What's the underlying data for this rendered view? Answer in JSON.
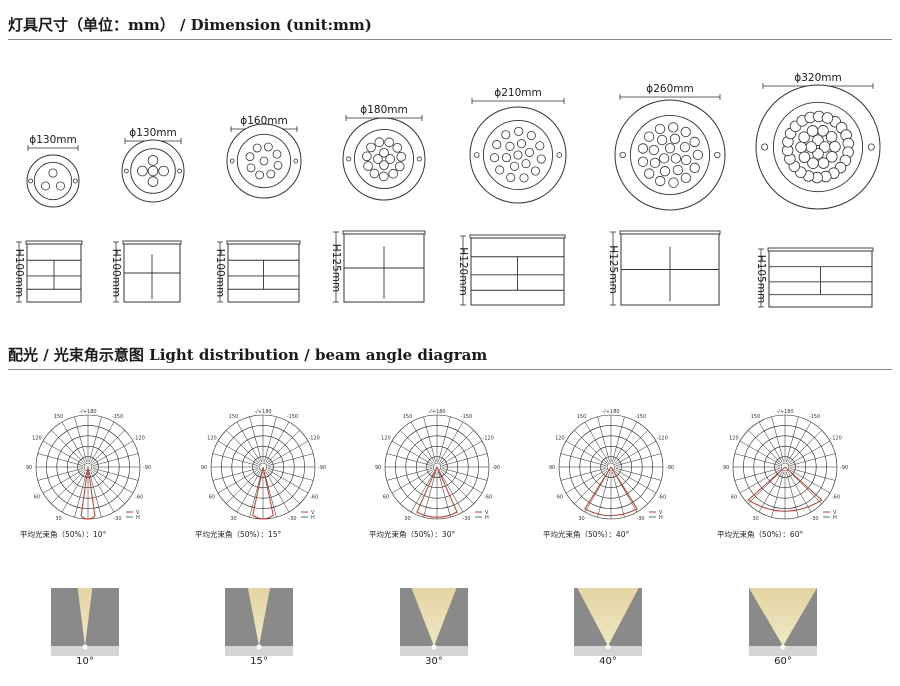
{
  "sections": {
    "dimension_title": "灯具尺寸（单位：mm） / Dimension (unit:mm)",
    "light_title": "配光 / 光束角示意图  Light distribution / beam angle diagram"
  },
  "fixtures": [
    {
      "diameter": "ϕ130mm",
      "height": "H100mm",
      "leds": 3
    },
    {
      "diameter": "ϕ130mm",
      "height": "H100mm",
      "leds": 5
    },
    {
      "diameter": "ϕ160mm",
      "height": "H100mm",
      "leds": 9
    },
    {
      "diameter": "ϕ180mm",
      "height": "H125mm",
      "leds": 15
    },
    {
      "diameter": "ϕ210mm",
      "height": "H120mm",
      "leds": 18
    },
    {
      "diameter": "ϕ260mm",
      "height": "H125mm",
      "leds": 24
    },
    {
      "diameter": "ϕ320mm",
      "height": "H105mm",
      "leds": 36
    }
  ],
  "polar": {
    "angle_labels": [
      "-150",
      "-120",
      "-90",
      "-60",
      "-30",
      "30",
      "60",
      "90",
      "120",
      "150"
    ],
    "top_label": "-/+180",
    "legend": [
      "V",
      "H"
    ],
    "legend_colors": [
      "#c0392b",
      "#2e8b57"
    ],
    "curve_color": "#c0392b",
    "diagrams": [
      {
        "caption": "平均光束角（50%）：10°",
        "beam": 10
      },
      {
        "caption": "平均光束角（50%）：15°",
        "beam": 15
      },
      {
        "caption": "平均光束角（50%）：30°",
        "beam": 30
      },
      {
        "caption": "平均光束角（50%）：40°",
        "beam": 40
      },
      {
        "caption": "平均光束角（50%）：60°",
        "beam": 60
      }
    ]
  },
  "beams": [
    {
      "label": "10°",
      "angle": 10
    },
    {
      "label": "15°",
      "angle": 15
    },
    {
      "label": "30°",
      "angle": 30
    },
    {
      "label": "40°",
      "angle": 40
    },
    {
      "label": "60°",
      "angle": 60
    }
  ]
}
